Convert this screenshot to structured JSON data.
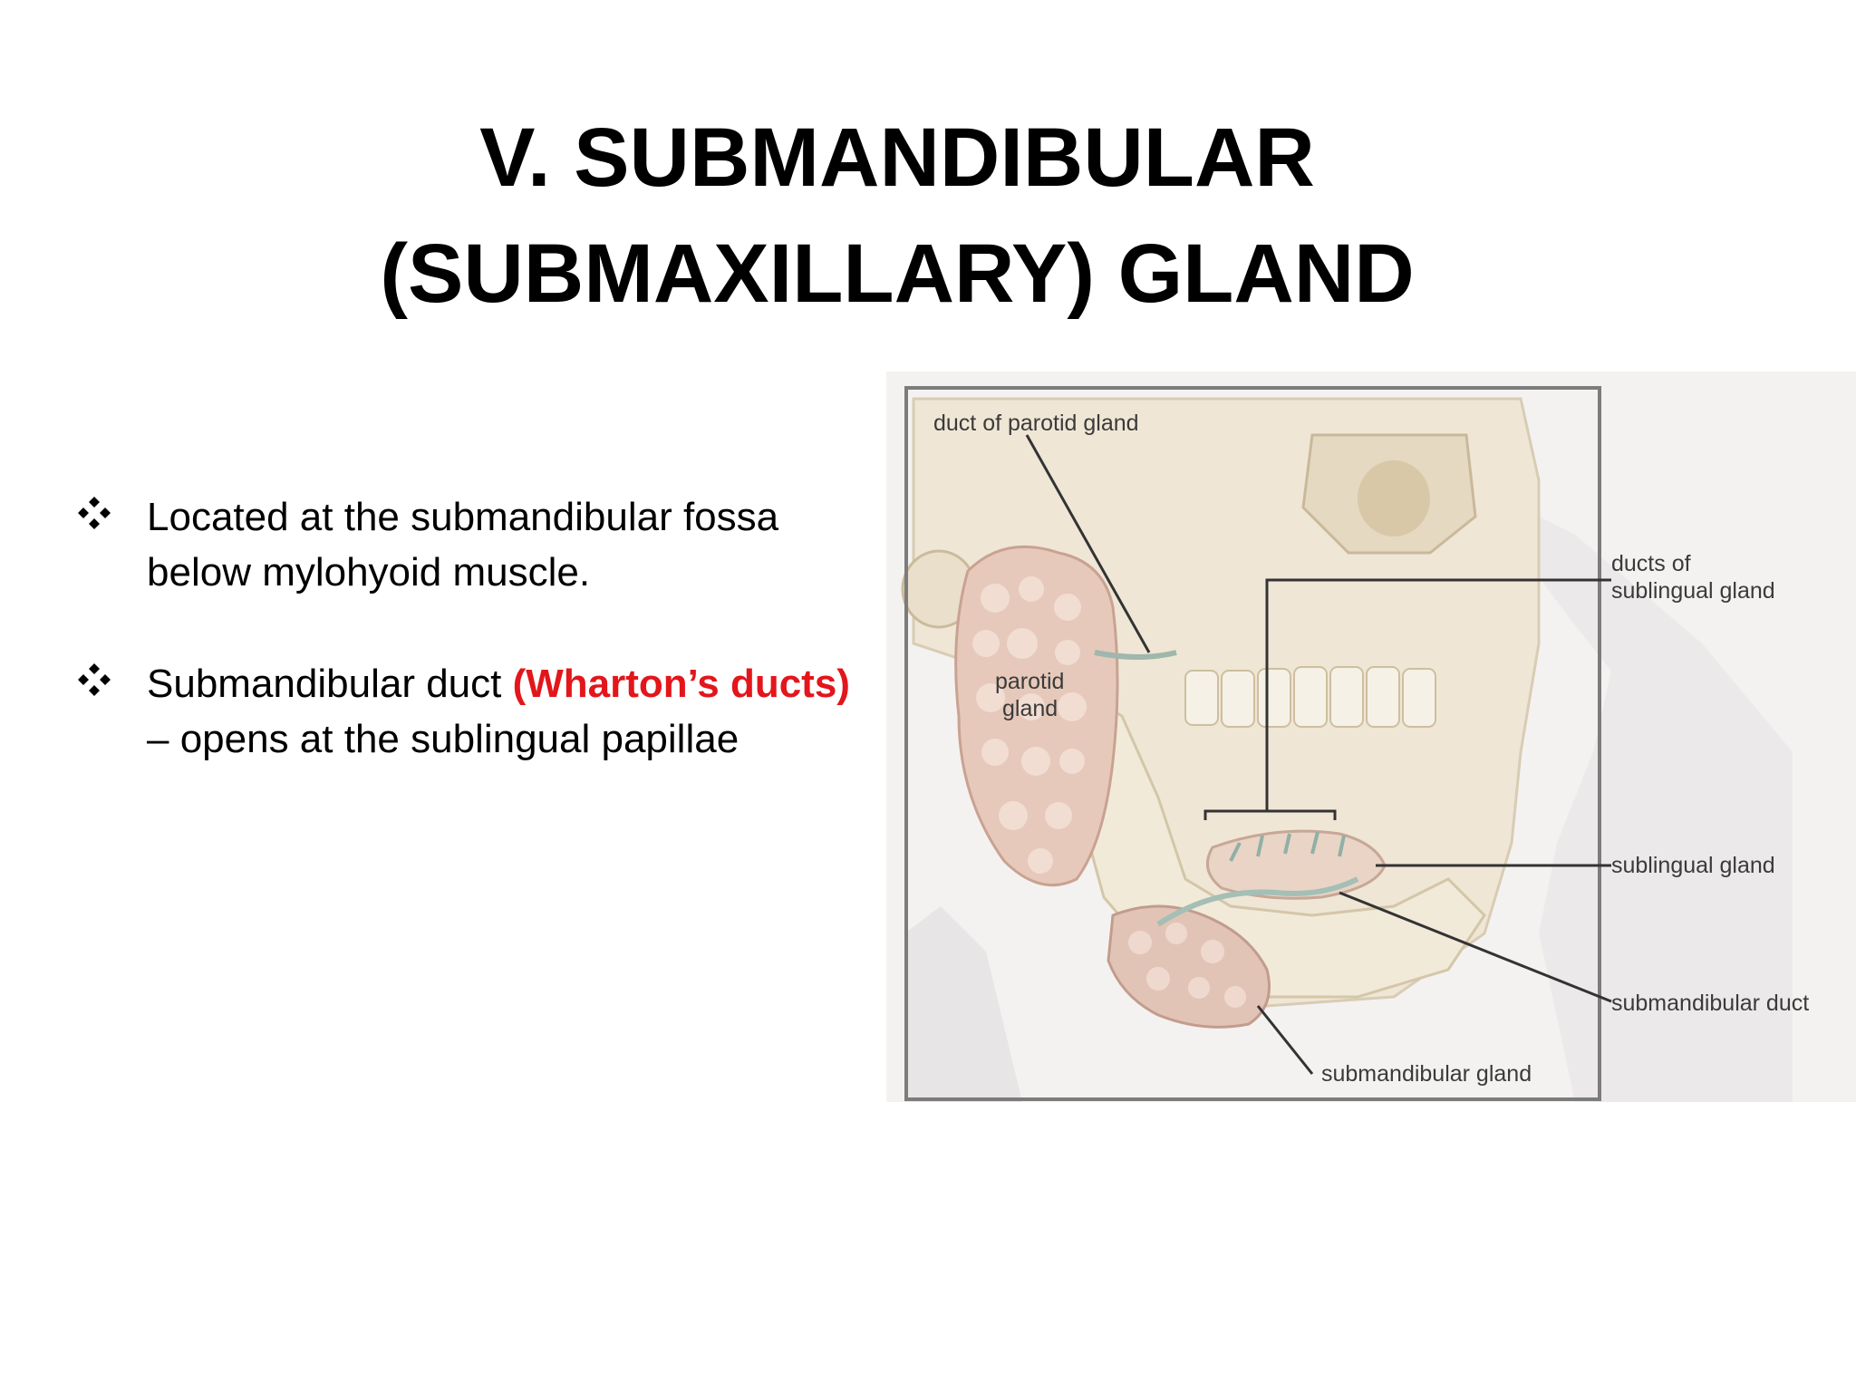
{
  "title": {
    "line1": "V.  SUBMANDIBULAR",
    "line2": "(SUBMAXILLARY) GLAND"
  },
  "bullets": [
    {
      "icon": "diamond-bullet-icon",
      "text": "Located at the submandibular fossa below mylohyoid muscle."
    },
    {
      "icon": "diamond-bullet-icon",
      "text_before": "Submandibular duct  ",
      "text_highlight": "(Wharton’s ducts)",
      "text_after": " – opens at the sublingual papillae",
      "highlight_color": "#e3161b"
    }
  ],
  "figure": {
    "labels": {
      "duct_of_parotid": "duct of parotid gland",
      "ducts_of_sublingual_line1": "ducts of",
      "ducts_of_sublingual_line2": "sublingual gland",
      "parotid_line1": "parotid",
      "parotid_line2": "gland",
      "sublingual_gland": "sublingual gland",
      "submandibular_duct": "submandibular duct",
      "submandibular_gland": "submandibular gland"
    }
  }
}
